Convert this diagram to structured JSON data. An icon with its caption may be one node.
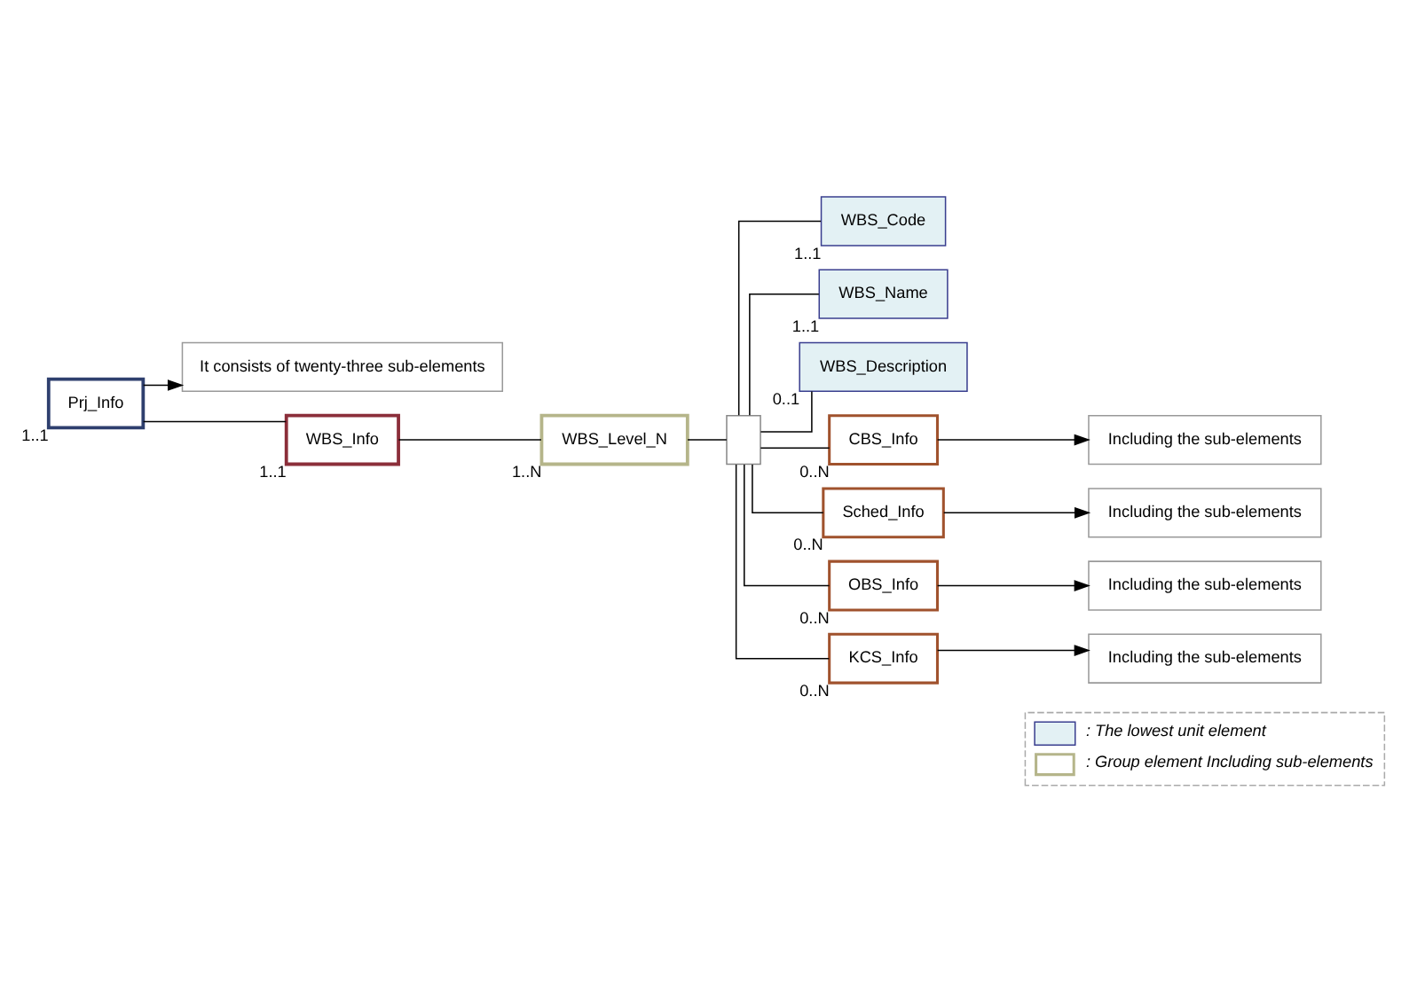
{
  "diagram": {
    "nodes": [
      {
        "text": [
          "Prj_Info"
        ],
        "beside": [
          "1..1"
        ]
      },
      {
        "text": [
          "It consists of twenty-three sub-elements"
        ]
      },
      {
        "text": [
          "WBS_Info"
        ],
        "beside": [
          "1..1"
        ]
      },
      {
        "text": [
          "WBS_Level_N"
        ],
        "beside": [
          "1..N"
        ]
      },
      {
        "text": [],
        "shape": "box"
      },
      {
        "text": [
          "WBS_Code"
        ],
        "beside": [
          "1..1"
        ]
      },
      {
        "text": [
          "WBS_Name"
        ],
        "beside": [
          "1..1"
        ]
      },
      {
        "text": [
          "WBS_Description"
        ],
        "beside": [
          "0..1"
        ]
      },
      {
        "text": [
          "CBS_Info"
        ],
        "beside": [
          "0..N"
        ]
      },
      {
        "text": [
          "Including the sub-elements"
        ]
      },
      {
        "text": [
          "Sched_Info"
        ],
        "beside": [
          "0..N"
        ]
      },
      {
        "text": [
          "Including the sub-elements"
        ]
      },
      {
        "text": [
          "OBS_Info"
        ],
        "beside": [
          "0..N"
        ]
      },
      {
        "text": [
          "Including the sub-elements"
        ]
      },
      {
        "text": [
          "KCS_Info"
        ],
        "beside": [
          "0..N"
        ]
      },
      {
        "text": [
          "Including the sub-elements"
        ]
      }
    ],
    "edges": [
      {
        "from": 0,
        "to": 1,
        "arrow": "to"
      },
      {
        "from": 0,
        "to": 2,
        "arrow": "none"
      },
      {
        "from": 2,
        "to": 3,
        "arrow": "none"
      },
      {
        "from": 3,
        "to": 4,
        "arrow": "none"
      },
      {
        "from": 4,
        "to": 5,
        "arrow": "none"
      },
      {
        "from": 4,
        "to": 6,
        "arrow": "none"
      },
      {
        "from": 4,
        "to": 7,
        "arrow": "none"
      },
      {
        "from": 4,
        "to": 8,
        "arrow": "none"
      },
      {
        "from": 4,
        "to": 10,
        "arrow": "none"
      },
      {
        "from": 4,
        "to": 12,
        "arrow": "none"
      },
      {
        "from": 4,
        "to": 14,
        "arrow": "none"
      },
      {
        "from": 8,
        "to": 9,
        "arrow": "to"
      },
      {
        "from": 10,
        "to": 11,
        "arrow": "to"
      },
      {
        "from": 12,
        "to": 13,
        "arrow": "to"
      },
      {
        "from": 14,
        "to": 15,
        "arrow": "to"
      }
    ],
    "legend": [
      {
        "text": ": The lowest unit element",
        "color": "#e3f1f4"
      },
      {
        "text": ": Group element Including sub-elements"
      }
    ]
  }
}
